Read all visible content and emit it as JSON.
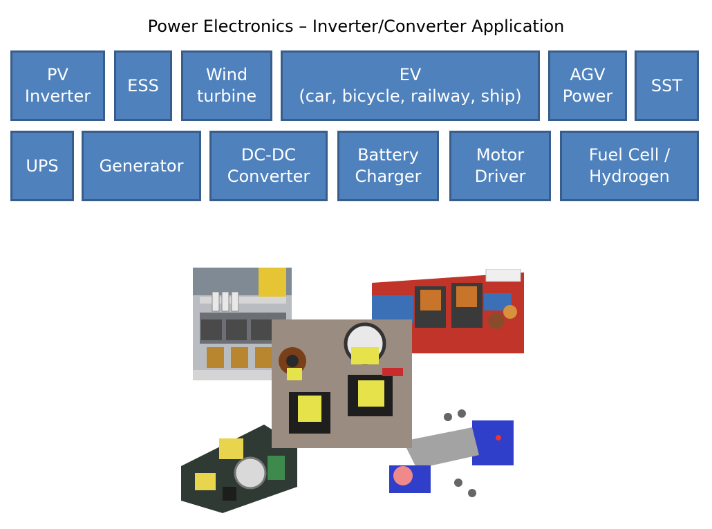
{
  "title": "Power Electronics – Inverter/Converter Application",
  "colors": {
    "box_fill": "#4f81bd",
    "box_border": "#385d8a",
    "box_text": "#ffffff"
  },
  "row1": [
    {
      "label": "PV\nInverter"
    },
    {
      "label": "ESS"
    },
    {
      "label": "Wind\nturbine"
    },
    {
      "label": "EV\n(car, bicycle, railway, ship)"
    },
    {
      "label": "AGV\nPower"
    },
    {
      "label": "SST"
    }
  ],
  "row2": [
    {
      "label": "UPS"
    },
    {
      "label": "Generator"
    },
    {
      "label": "DC-DC\nConverter"
    },
    {
      "label": "Battery\nCharger"
    },
    {
      "label": "Motor\nDriver"
    },
    {
      "label": "Fuel Cell /\nHydrogen"
    }
  ]
}
